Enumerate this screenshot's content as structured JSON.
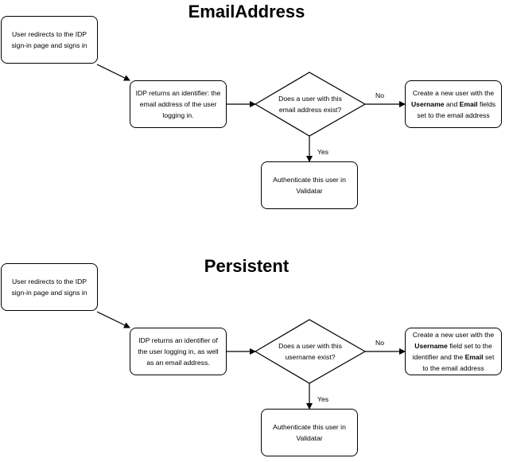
{
  "flows": [
    {
      "title": "EmailAddress",
      "start": "User redirects to the IDP sign-in page and signs in",
      "identify": "IDP returns an identifier: the email address of the user logging in.",
      "decision": "Does a user with this email address exist?",
      "no_label": "No",
      "yes_label": "Yes",
      "create_parts": [
        {
          "text": "Create a new user with the ",
          "bold": false
        },
        {
          "text": "Username",
          "bold": true
        },
        {
          "text": " and ",
          "bold": false
        },
        {
          "text": "Email",
          "bold": true
        },
        {
          "text": " fields set to the email address",
          "bold": false
        }
      ],
      "authenticate": "Authenticate this user in Validatar"
    },
    {
      "title": "Persistent",
      "start": "User redirects to the IDP sign-in page and signs in",
      "identify": "IDP returns an identifier of the user logging in, as well as an email address.",
      "decision": "Does a user with this username exist?",
      "no_label": "No",
      "yes_label": "Yes",
      "create_parts": [
        {
          "text": "Create a new user with the ",
          "bold": false
        },
        {
          "text": "Username",
          "bold": true
        },
        {
          "text": " field set to the identifier and the ",
          "bold": false
        },
        {
          "text": "Email",
          "bold": true
        },
        {
          "text": " set to the email address",
          "bold": false
        }
      ],
      "authenticate": "Authenticate this user in Validatar"
    }
  ]
}
